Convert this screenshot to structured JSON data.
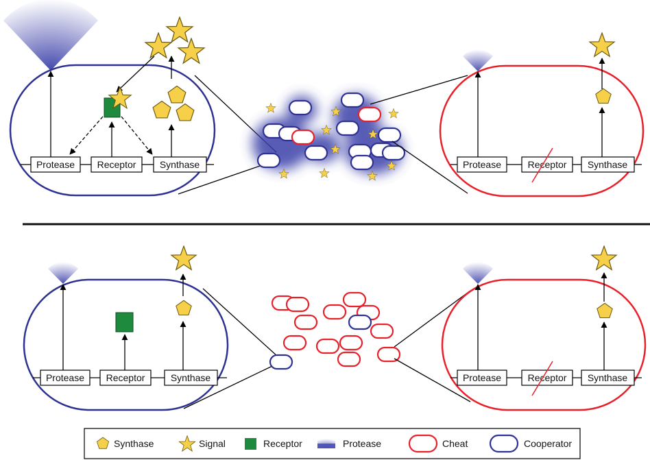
{
  "genes": {
    "protease": "Protease",
    "receptor": "Receptor",
    "synthase": "Synthase"
  },
  "legend": {
    "synthase": "Synthase",
    "signal": "Signal",
    "receptor": "Receptor",
    "protease": "Protease",
    "cheat": "Cheat",
    "cooperator": "Cooperator"
  },
  "colors": {
    "cooperator": "#2e3192",
    "cheat": "#e8202a",
    "signal": "#f7d04a",
    "receptor": "#1e8a3e",
    "protease": "#4a4fb8"
  }
}
